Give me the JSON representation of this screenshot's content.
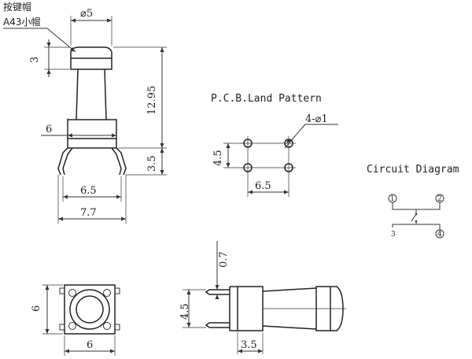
{
  "labels": {
    "cap_cn": "按键帽",
    "cap_model": "A43小帽",
    "dim_cap_dia": "⌀5",
    "dim_cap_h": "3",
    "dim_total_h": "12.95",
    "dim_body_w": "6",
    "dim_leg_h": "3.5",
    "dim_pitch": "6.5",
    "dim_span": "7.7",
    "pcb_title": "P.C.B.Land Pattern",
    "pcb_holes": "4-⌀1",
    "pcb_v": "4.5",
    "pcb_h": "6.5",
    "circuit_title": "Circuit Diagram",
    "pin1": "1",
    "pin2": "2",
    "pin3": "3",
    "pin4": "4",
    "top_h": "6",
    "top_w": "6",
    "side_pin_t": "0.7",
    "side_v": "4.5",
    "side_body": "3.5"
  }
}
